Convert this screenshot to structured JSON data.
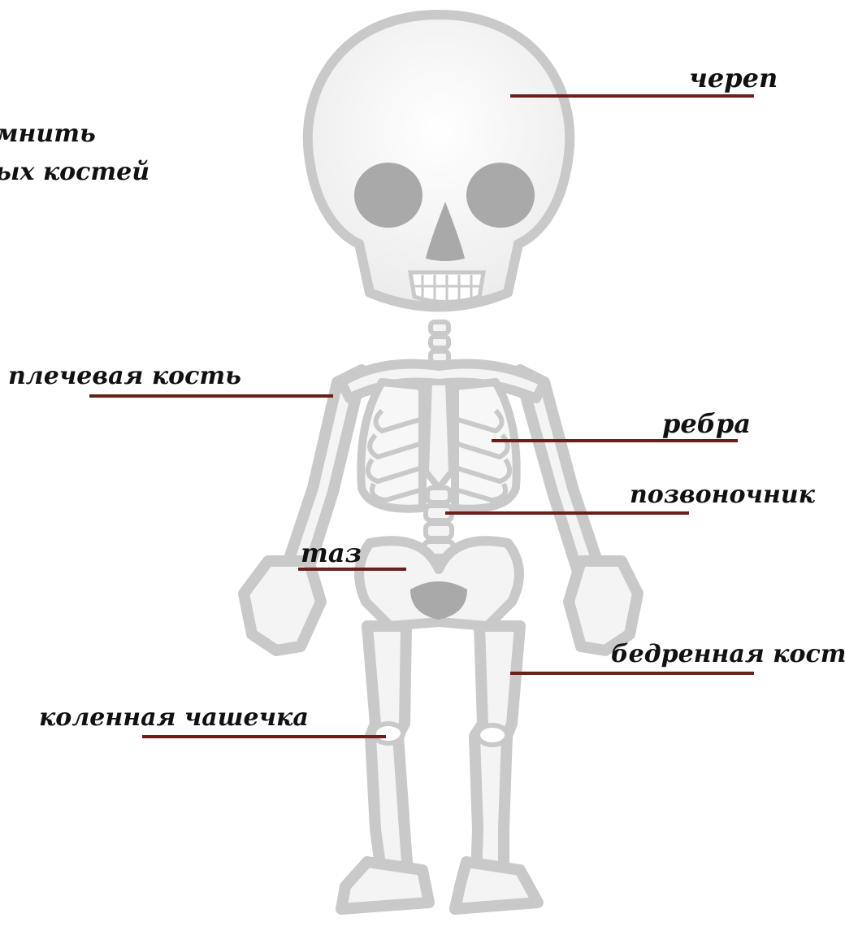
{
  "intro": {
    "line1": "мнить",
    "line2": "ых костей"
  },
  "labels": {
    "skull": "череп",
    "humerus": "плечевая кость",
    "ribs": "ребра",
    "spine": "позвоночник",
    "pelvis": "таз",
    "femur": "бедренная кость",
    "kneecap": "коленная чашечка"
  },
  "colors": {
    "leader_line": "#6b1f1a",
    "bone_fill": "#f4f4f4",
    "bone_outline": "#c9c9c9",
    "dark_fill": "#a9a9a9",
    "label_text": "#111111"
  }
}
